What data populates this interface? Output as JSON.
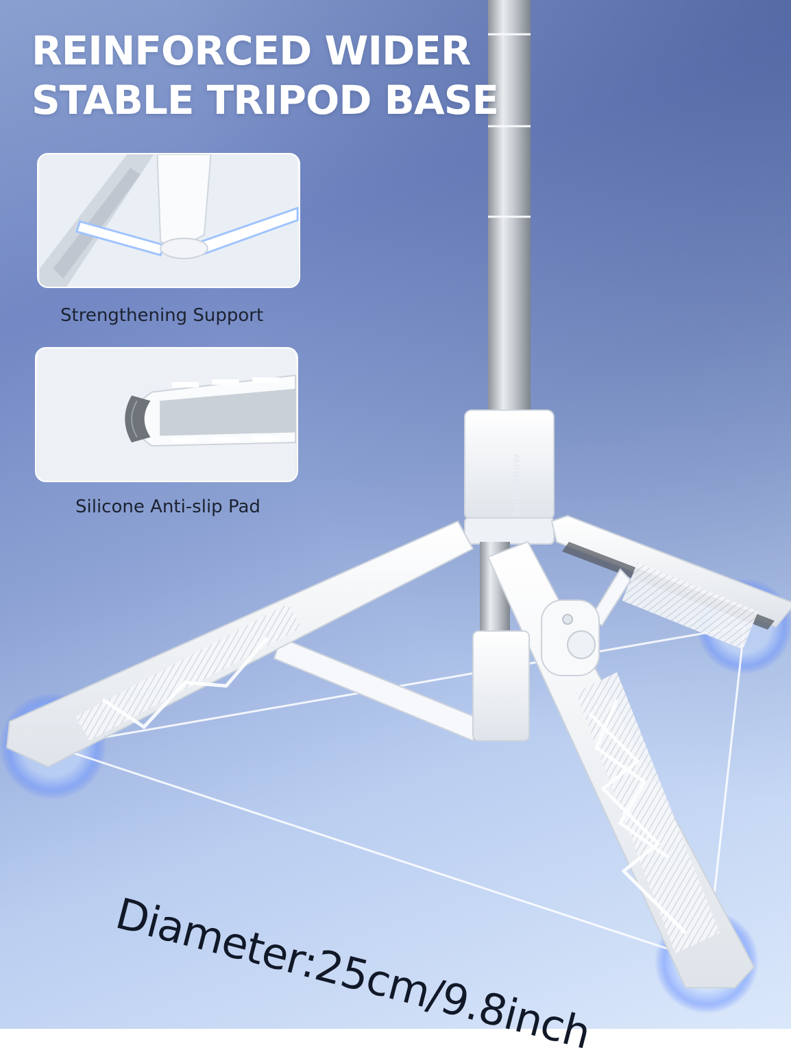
{
  "headline": {
    "line1": "REINFORCED WIDER",
    "line2": "STABLE TRIPOD BASE"
  },
  "details": [
    {
      "caption": "Strengthening Support",
      "icon": "strengthening-support-closeup"
    },
    {
      "caption": "Silicone Anti-slip Pad",
      "icon": "silicone-pad-closeup"
    }
  ],
  "measurement": {
    "text": "Diameter:25cm/9.8inch"
  },
  "product": {
    "brand": "SelfieShow"
  },
  "colors": {
    "background": "#7f93cb",
    "headline": "#ffffff",
    "accent_glow": "#5f8fff"
  }
}
